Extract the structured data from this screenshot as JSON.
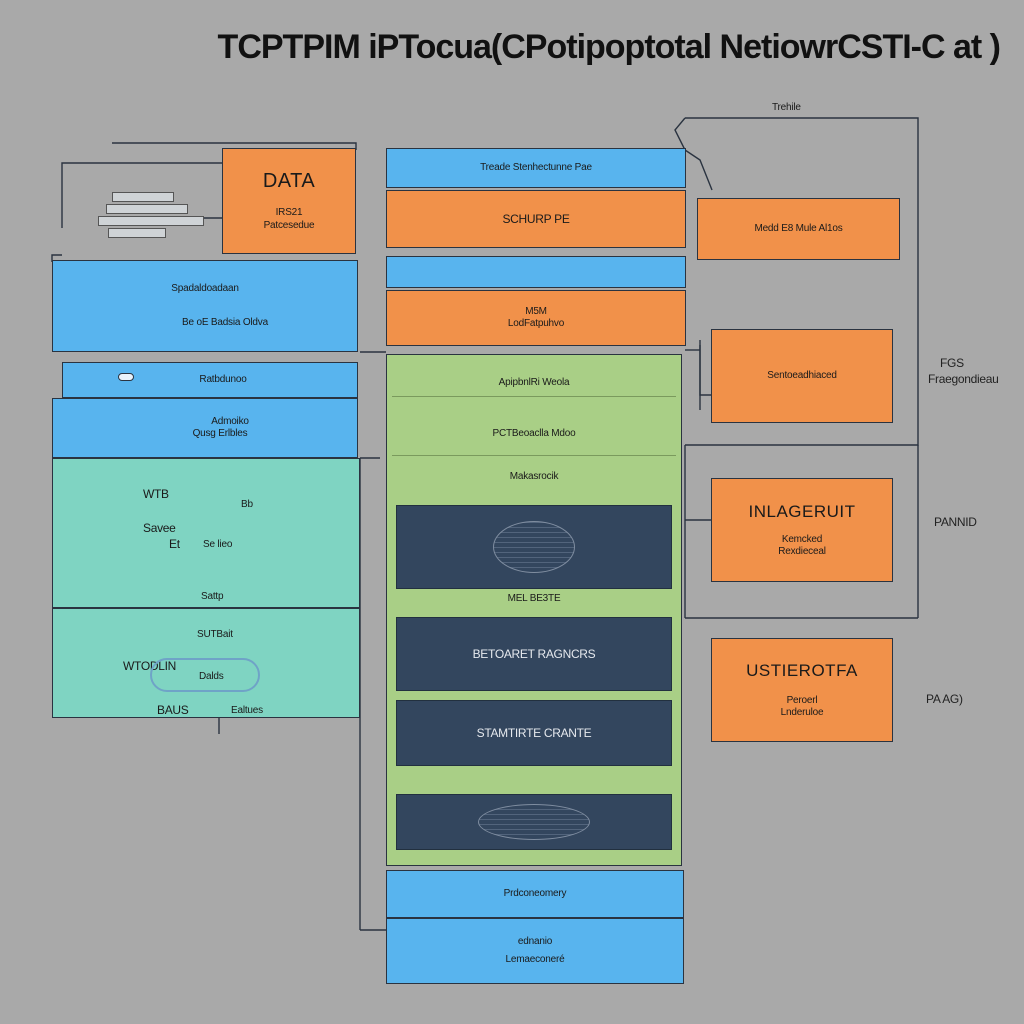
{
  "title": "TCPTPIM iPTocua(CPotipoptotal NetiowrCSTI-C at )",
  "left": {
    "data_box": {
      "title": "DATA",
      "line1": "IRS21",
      "line2": "Patcesedue"
    },
    "blue1": {
      "line1": "Spadaldoadaan",
      "line2": "Be oE Badsia Oldva"
    },
    "blue2": {
      "line1": "Ratbdunoo"
    },
    "blue3": {
      "line1": "Admoiko",
      "line2": "Qusg Erlbles"
    },
    "teal1": {
      "line1": "WTB",
      "line2": "Savee",
      "line3": "Et",
      "line4": "Bb",
      "line5": "Se lieo",
      "footer": "Sattp"
    },
    "teal2": {
      "line1": "SUTBait",
      "line2": "WTODLIN",
      "line3": "Dalds",
      "line4": "BAUS",
      "line5": "Ealtues"
    }
  },
  "center": {
    "top_blue": "Treade Stenhectunne Pae",
    "orange1": "SCHURP PE",
    "orange2": {
      "line1": "M5M",
      "line2": "LodFatpuhvo"
    },
    "green": {
      "line1": "ApipbnlRi Weola",
      "line2": "PCTBeoaclla Mdoo",
      "line3": "Makasrocik",
      "footer": "MEL BE3TE"
    },
    "navy1": "",
    "navy2": "BETOARET RAGNCRS",
    "navy3": "STAMTIRTE CRANTE",
    "navy4": "",
    "bottom_blue": {
      "line1": "Prdconeomery",
      "line2": "ednanio",
      "line3": "Lemaeconeré"
    }
  },
  "right": {
    "top_label": "Trehile",
    "orange1": "Medd E8 Mule Al1os",
    "orange2": "Sentoeadhiaced",
    "orange3": {
      "title": "INLAGERUIT",
      "line1": "Kemcked",
      "line2": "Rexdieceal"
    },
    "orange4": {
      "title": "USTIEROTFA",
      "line1": "Peroerl",
      "line2": "Lnderuloe"
    },
    "side1": {
      "line1": "FGS",
      "line2": "Fraegondieau"
    },
    "side2": "PANNID",
    "side3": "PA AG)"
  }
}
